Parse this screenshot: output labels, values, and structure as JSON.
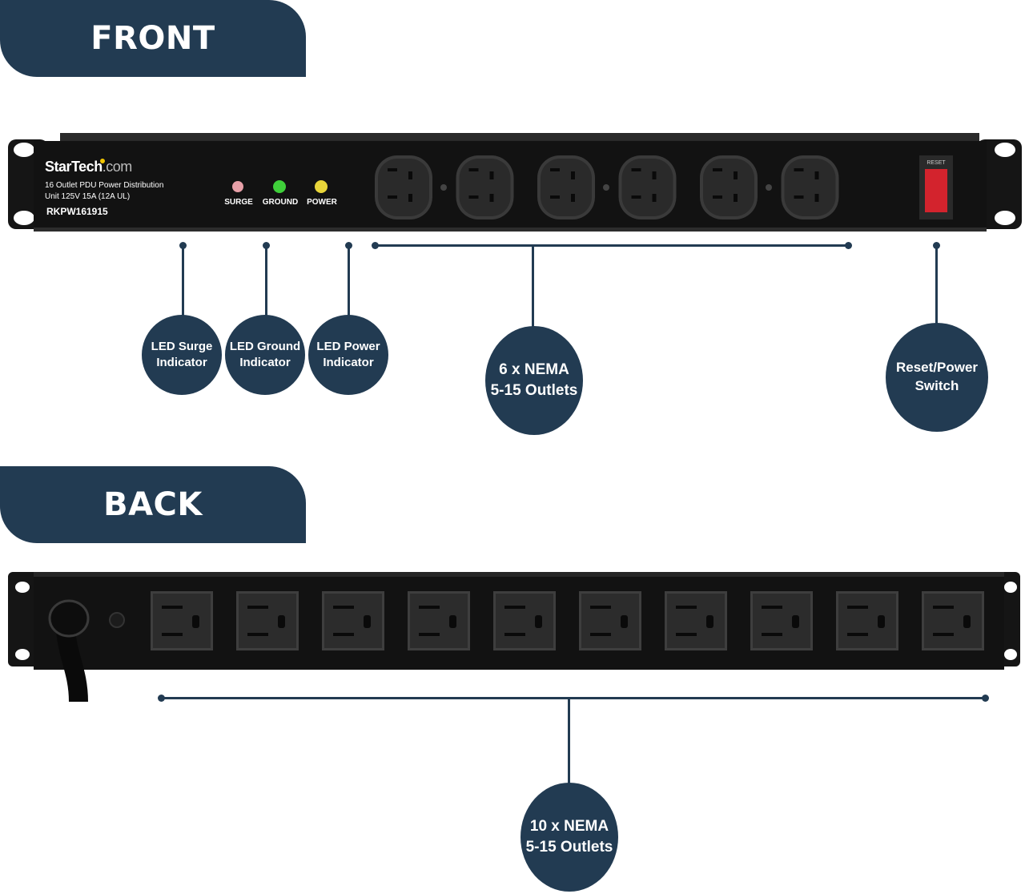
{
  "front": {
    "title": "FRONT",
    "unit": {
      "brand": "StarTech",
      "brand_suffix": ".com",
      "desc_line1": "16 Outlet PDU Power Distribution",
      "desc_line2": "Unit 125V 15A (12A UL)",
      "model": "RKPW161915",
      "led_labels": [
        "SURGE",
        "GROUND",
        "POWER"
      ],
      "led_colors": [
        "#e7a0a8",
        "#3fcf3a",
        "#e8d53a"
      ],
      "switch_label": "RESET",
      "outlet_count": 6
    },
    "callouts": {
      "led_surge": "LED Surge\nIndicator",
      "led_ground": "LED Ground\nIndicator",
      "led_power": "LED Power\nIndicator",
      "outlets": "6 x NEMA\n5-15 Outlets",
      "switch": "Reset/Power\nSwitch"
    }
  },
  "back": {
    "title": "BACK",
    "outlet_count": 10,
    "callouts": {
      "outlets": "10 x NEMA\n5-15 Outlets"
    }
  },
  "colors": {
    "accent": "#223b52",
    "panel": "#121212",
    "switch_red": "#d3232d"
  }
}
